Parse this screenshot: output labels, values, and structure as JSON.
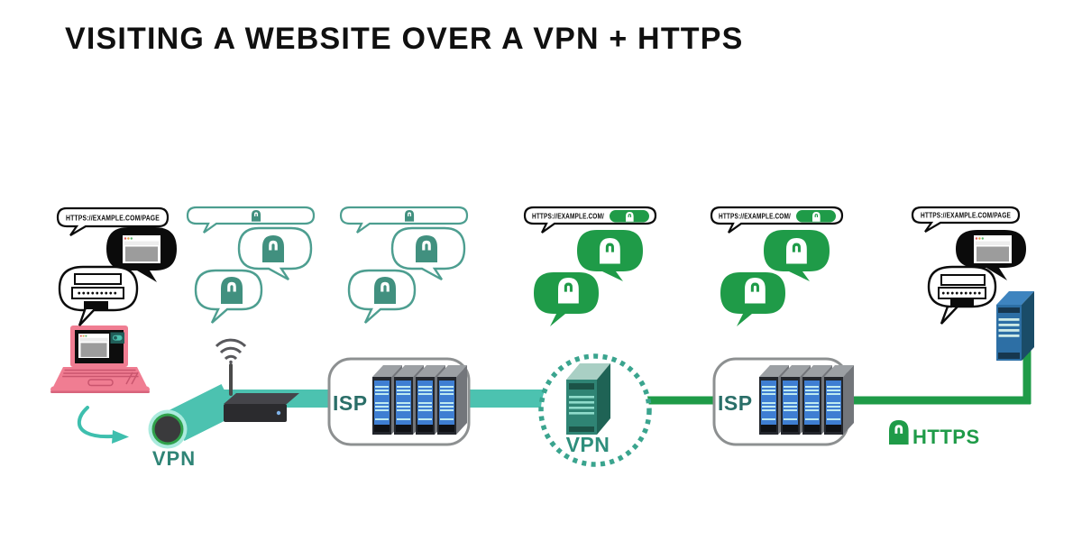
{
  "title": "VISITING A WEBSITE OVER A VPN + HTTPS",
  "colors": {
    "ink": "#0B0B0B",
    "teal-band": "#4CC2B0",
    "teal-outline": "#4D9E90",
    "teal-lock": "#41907F",
    "teal-text": "#2F8476",
    "green": "#1F9B48",
    "isp-text": "#2A6E68",
    "pink": "#F07D92",
    "pink-dark": "#C9556E",
    "gray-border": "#8D9091"
  },
  "bubbles": {
    "user_url": "HTTPS://EXAMPLE.COM/PAGE",
    "encrypted_url": "HTTPS://EXAMPLE.COM/",
    "destination_url": "HTTPS://EXAMPLE.COM/PAGE",
    "password_mask": "•••••••••"
  },
  "labels": {
    "vpn_tunnel": "VPN",
    "isp": "ISP",
    "vpn_server": "VPN",
    "https": "HTTPS"
  },
  "icons": {
    "lock-icon": "🔒",
    "wifi-icon": "((•))",
    "browser-window-icon": "▢",
    "login-form-icon": "•••"
  }
}
